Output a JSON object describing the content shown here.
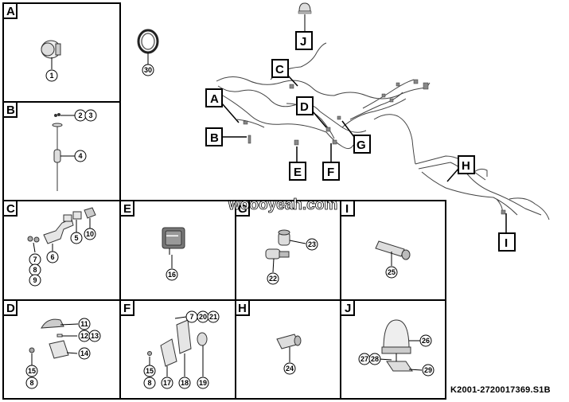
{
  "watermark": "woooyeah.com",
  "figure_code": "K2001-2720017369.S1B",
  "panels": {
    "A": "A",
    "B": "B",
    "C": "C",
    "D": "D",
    "E": "E",
    "F": "F",
    "G": "G",
    "H": "H",
    "I": "I",
    "J": "J"
  },
  "callouts": {
    "A": "A",
    "B": "B",
    "C": "C",
    "D": "D",
    "E": "E",
    "F": "F",
    "G": "G",
    "H": "H",
    "I": "I",
    "J": "J"
  },
  "items": {
    "n1": "1",
    "n2": "2",
    "n3": "3",
    "n4": "4",
    "n5": "5",
    "n6": "6",
    "n7": "7",
    "n8": "8",
    "n9": "9",
    "n10": "10",
    "n11": "11",
    "n12": "12",
    "n13": "13",
    "n14": "14",
    "n15": "15",
    "n16": "16",
    "n17": "17",
    "n18": "18",
    "n19": "19",
    "n20": "20",
    "n21": "21",
    "n22": "22",
    "n23": "23",
    "n24": "24",
    "n25": "25",
    "n26": "26",
    "n27": "27",
    "n28": "28",
    "n29": "29",
    "n30": "30"
  }
}
